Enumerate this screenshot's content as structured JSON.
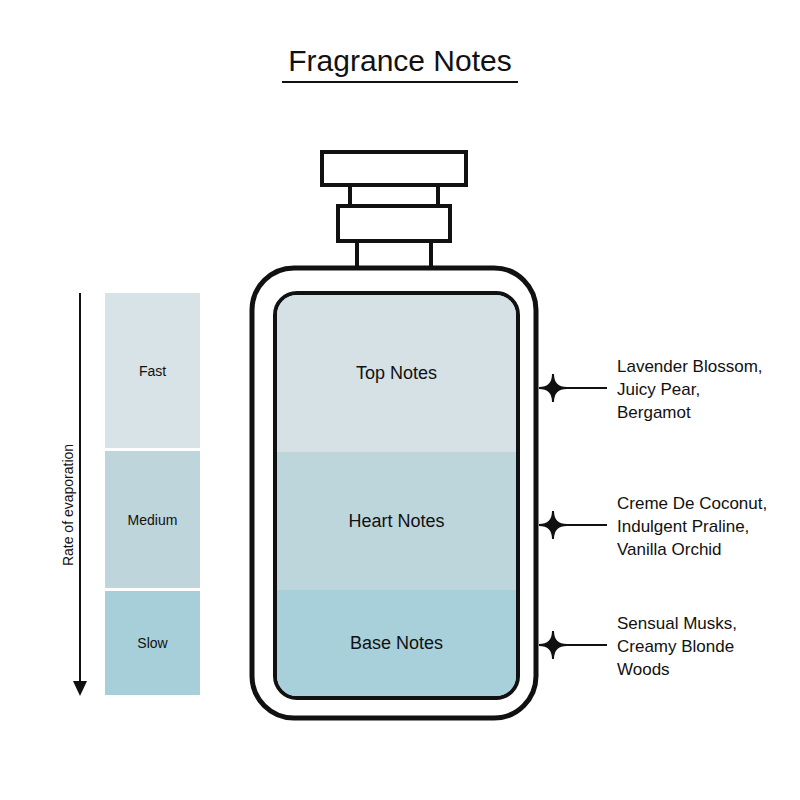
{
  "diagram": {
    "title": "Fragrance Notes",
    "nodes": [
      {
        "text": [
          "Fast"
        ]
      },
      {
        "text": [
          "Medium"
        ]
      },
      {
        "text": [
          "Slow"
        ]
      },
      {
        "text": [
          "Top Notes"
        ]
      },
      {
        "text": [
          "Heart Notes"
        ]
      },
      {
        "text": [
          "Base Notes"
        ]
      }
    ],
    "labels": [
      "Rate of evaporation",
      "Lavender Blossom, Juicy Pear, Bergamot",
      "Creme De Coconut, Indulgent Praline, Vanilla Orchid",
      "Sensual Musks, Creamy Blonde Woods"
    ]
  }
}
